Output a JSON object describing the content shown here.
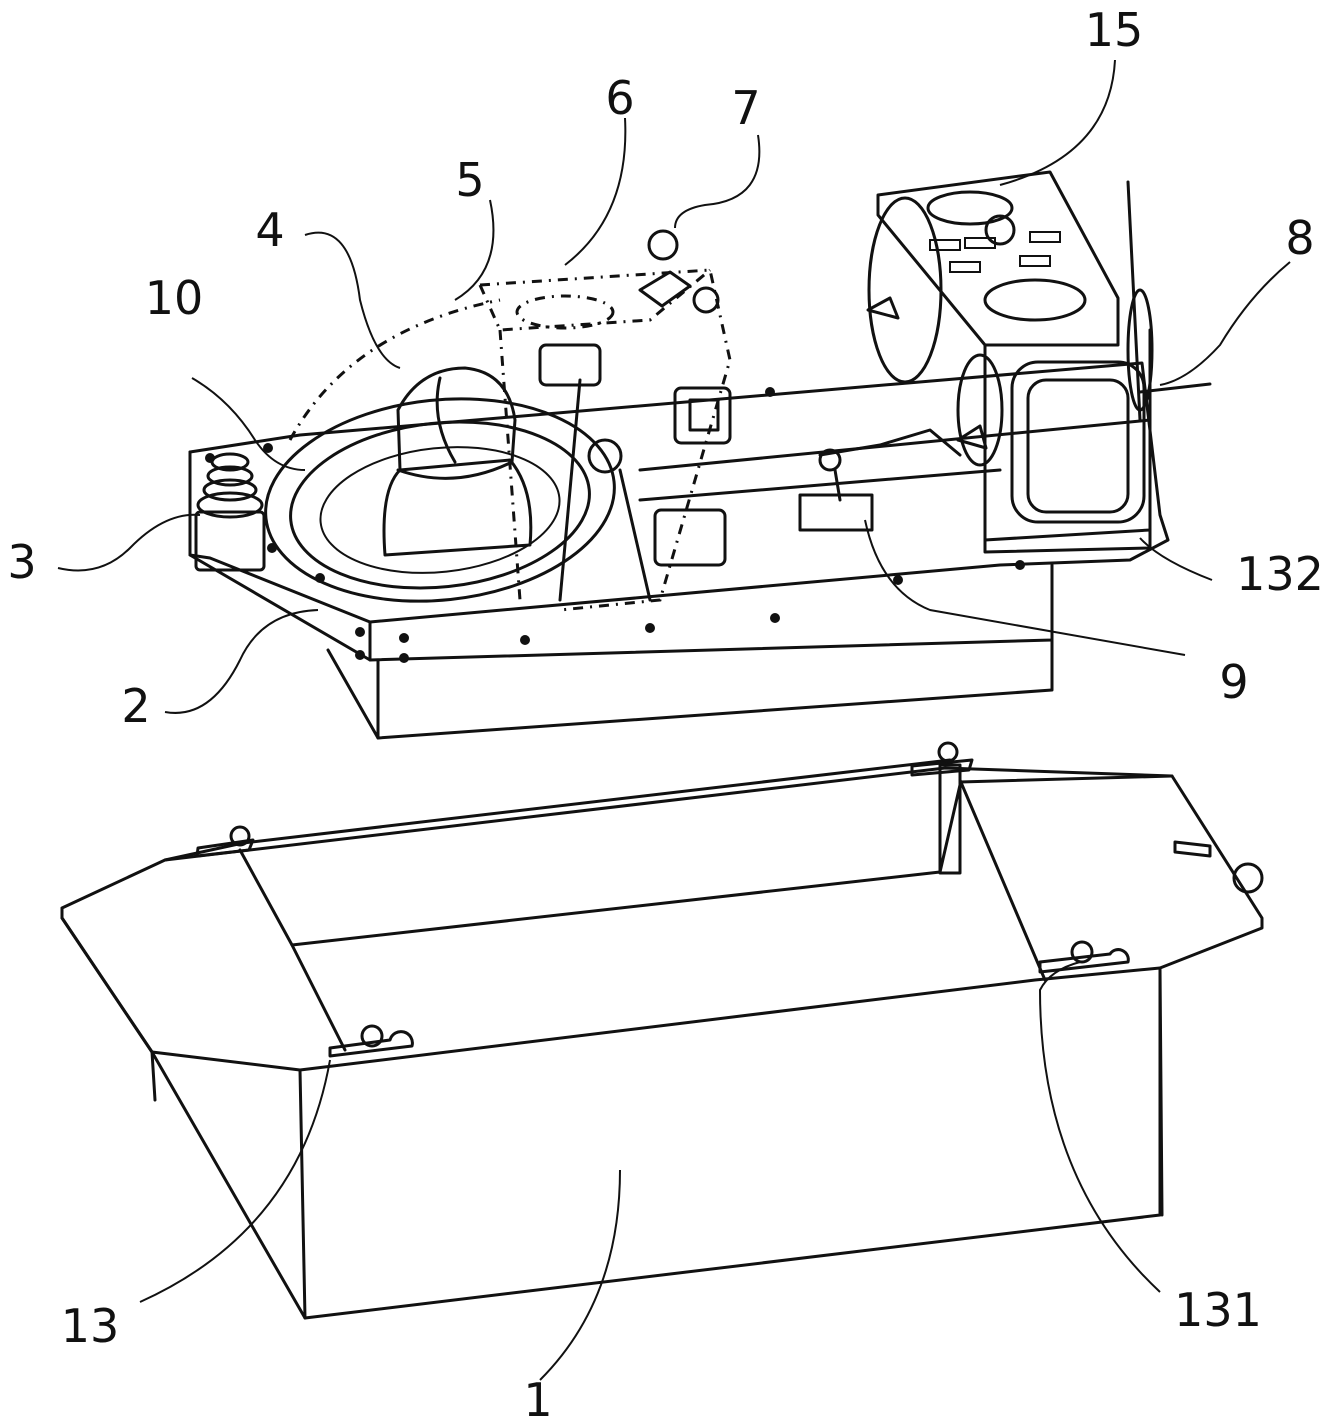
{
  "labels": {
    "l1": "1",
    "l2": "2",
    "l3": "3",
    "l4": "4",
    "l5": "5",
    "l6": "6",
    "l7": "7",
    "l8": "8",
    "l9": "9",
    "l10": "10",
    "l13": "13",
    "l15": "15",
    "l131": "131",
    "l132": "132"
  },
  "colors": {
    "line": "#111111",
    "background": "#ffffff"
  }
}
